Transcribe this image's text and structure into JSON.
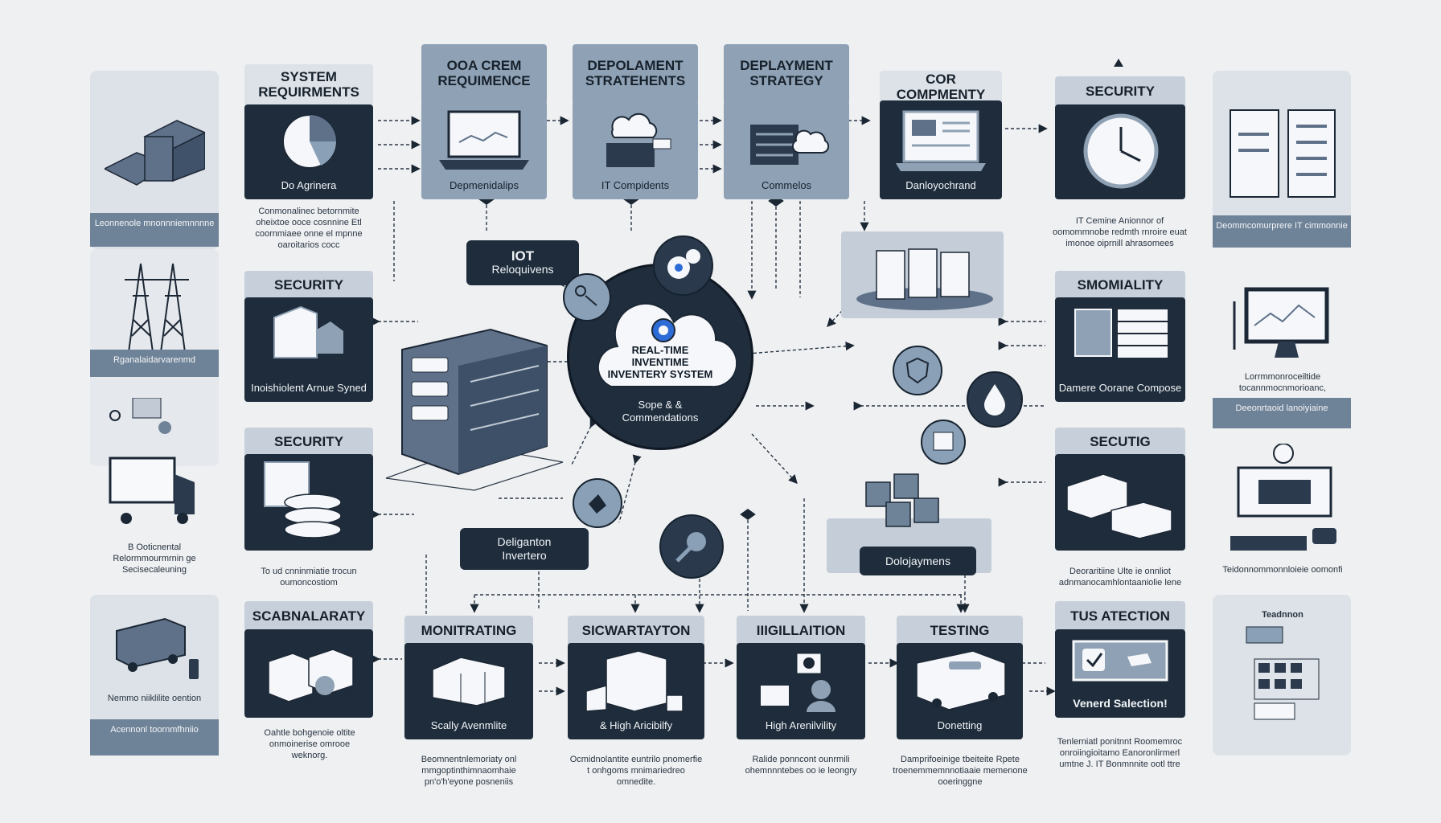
{
  "hub": {
    "title_lines": [
      "REAL-TIME",
      "INVENTIME",
      "INVENTERY SYSTEM"
    ],
    "subtitle_lines": [
      "Sope & &",
      "Commendations"
    ]
  },
  "top_cards": [
    {
      "head": "SYSTEM REQUIRMENTS",
      "label": "Do Agrinera"
    },
    {
      "head": "OOA CREM REQUIMENCE",
      "label": "Depmenidalips"
    },
    {
      "head": "DEPOLAMENT STRATEHENTS",
      "label": "IT Compidents"
    },
    {
      "head": "DEPLAYMENT STRATEGY",
      "label": "Commelos"
    },
    {
      "head": "COR COMPMENTY",
      "label": "Danloyochrand"
    },
    {
      "head": "SECURITY",
      "label": ""
    }
  ],
  "left_cards": [
    {
      "head": "SECURITY",
      "label": "Inoishiolent Arnue Syned"
    },
    {
      "head": "SECURITY",
      "label": ""
    },
    {
      "head": "SCABNALARATY",
      "label": ""
    }
  ],
  "right_cards": [
    {
      "head": "SMOMIALITY",
      "label": "Damere Oorane Compose"
    },
    {
      "head": "SECUTIG",
      "label": ""
    },
    {
      "head": "TUS ATECTION",
      "label": "Venerd Salection!"
    }
  ],
  "bottom_cards": [
    {
      "head": "MONITRATING",
      "label": "Scally Avenmlite"
    },
    {
      "head": "SICWARTAYTON",
      "label": "& High Aricibilfy"
    },
    {
      "head": "IIIGILLAITION",
      "label": "High Arenilvility"
    },
    {
      "head": "TESTING",
      "label": "Donetting"
    }
  ],
  "pills": {
    "iot_title": "IOT",
    "iot_sub": "Reloquivens",
    "deligation": "Deliganton Invertero",
    "deployments": "Dolojaymens"
  },
  "captions": {
    "sysreq": "Conmonalinec betornmite oheixtoe ooce cosnnine Etl coornmiaee onne el mpnne oaroitarios cocc",
    "sec2": "To ud cnninmiatie trocun oumoncostiom",
    "scab": "Oahtle bohgenoie oltite onmoinerise omrooe weknorg.",
    "mon": "Beomnentnlemoriaty onl mmgoptinthimnaomhaie pn'o'h'eyone posneniis",
    "sicw": "Ocmidnolantite euntrilo pnomerfie t onhgoms mnimariedreo omnedite.",
    "iiig": "Ralide ponncont ounrmili ohemnnntebes oo ie leongry",
    "test": "Damprifoeinige tbeiteite Rpete troenemmemnnotiaaie memenone ooeringgne",
    "sec_top": "IT Cemine Anionnor of oomommnobe  redmth rnroire euat imonoe oiprnill ahrasomees",
    "secutig": "Deoraritiine Ulte  ie onnliot adnmanocamhlontaaniolie lene",
    "tus": "Tenlerniatl ponitnnt Roomemroc onroiingioitamo Eanoronlirmerl umtne J. IT Bonmnnite ootl ttre"
  },
  "left_side": {
    "band1": "Leonnenole mnonnniemnnnne",
    "band2": "Rganalaidarvarenmd",
    "txt1": "B Ooticnental Relormmourmrnin ge Secisecaleuning",
    "txt2": "Nemmo niiklilite oention",
    "band3": "Acennonl toornmfhniio"
  },
  "right_side": {
    "band1": "Deommcomurprere IT cimmonnie",
    "txt1": "Lorrmmonroceiltide tocannmocnmorioanc,",
    "band2": "Deeonrtaoid lanoiyiaine",
    "txt2": "Teidonnommonnloieie oomonfi",
    "head": "Teadnnon"
  }
}
